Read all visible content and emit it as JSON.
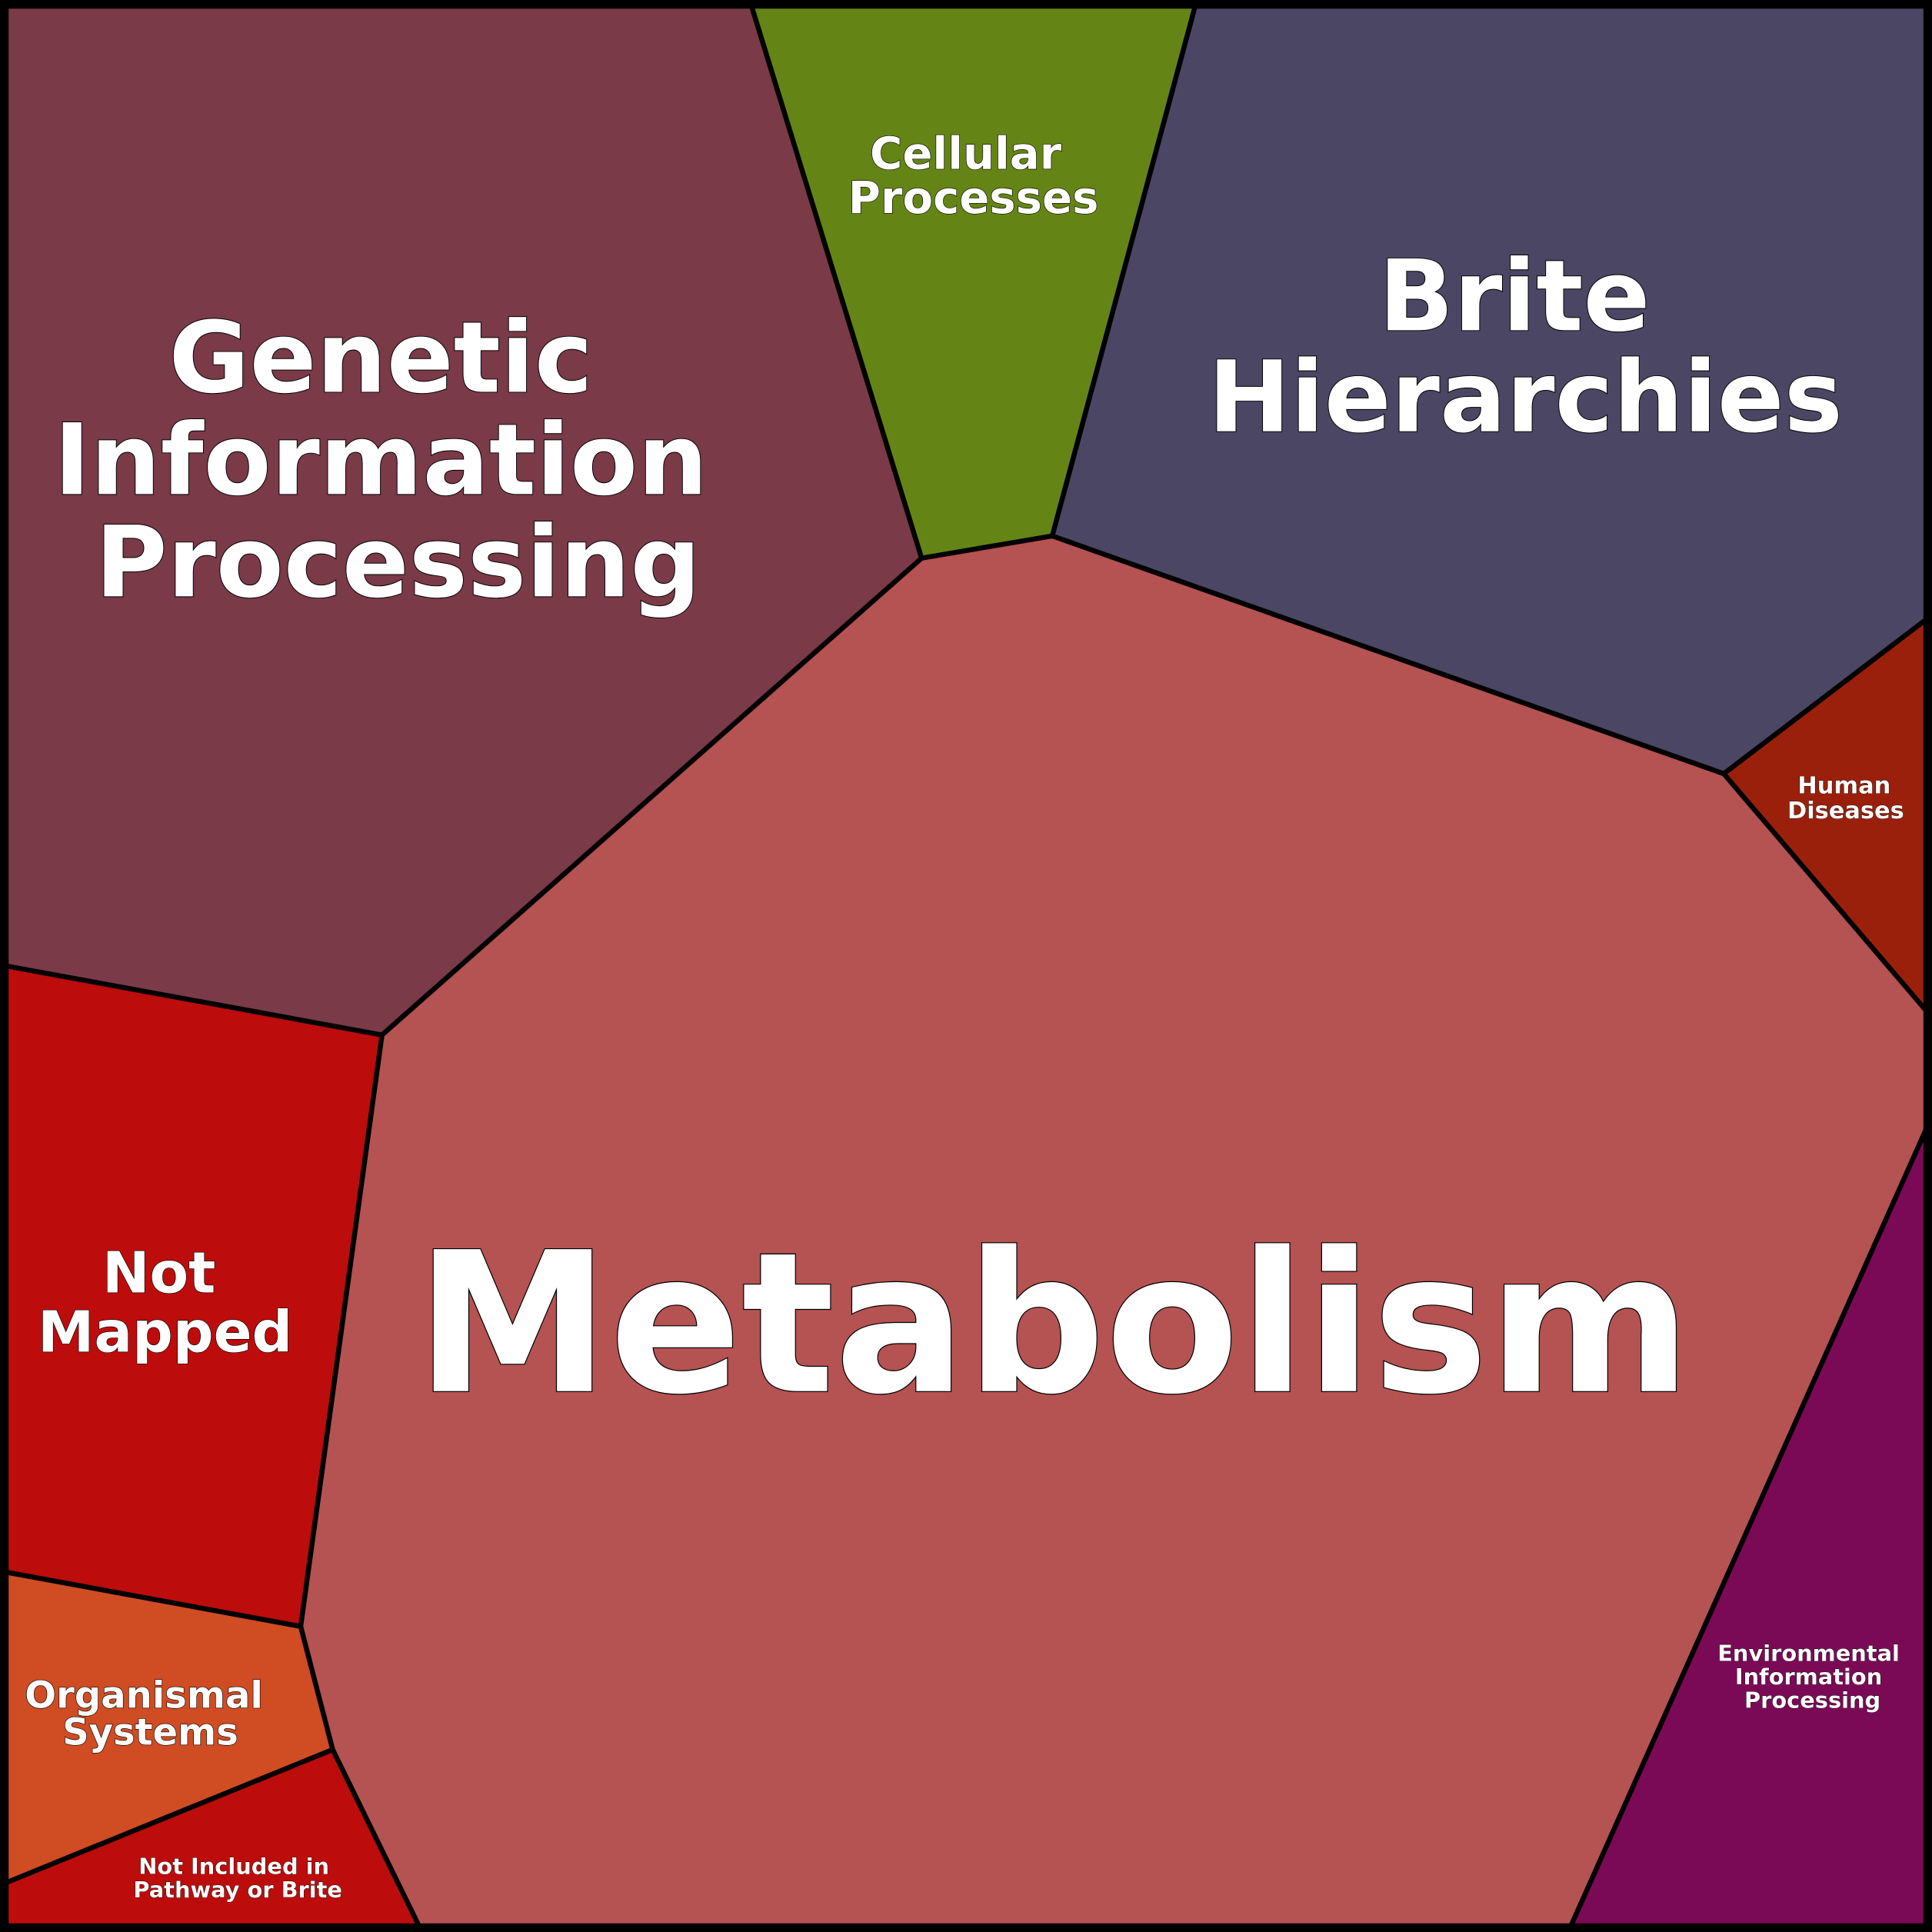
{
  "regions": {
    "genetic": {
      "lines": [
        "Genetic",
        "Information",
        "Processing"
      ],
      "color": "#7a3a48"
    },
    "cellular": {
      "lines": [
        "Cellular",
        "Processes"
      ],
      "color": "#648515"
    },
    "brite": {
      "lines": [
        "Brite",
        "Hierarchies"
      ],
      "color": "#4a4663"
    },
    "human": {
      "lines": [
        "Human",
        "Diseases"
      ],
      "color": "#9b200c"
    },
    "metabolism": {
      "lines": [
        "Metabolism"
      ],
      "color": "#b55252"
    },
    "environmental": {
      "lines": [
        "Environmental",
        "Information",
        "Processing"
      ],
      "color": "#7b0a56"
    },
    "not_mapped": {
      "lines": [
        "Not",
        "Mapped"
      ],
      "color": "#bd0c0c"
    },
    "organismal": {
      "lines": [
        "Organismal",
        "Systems"
      ],
      "color": "#d04c22"
    },
    "not_included": {
      "lines": [
        "Not Included in",
        "Pathway or Brite"
      ],
      "color": "#bd0c0c"
    }
  }
}
